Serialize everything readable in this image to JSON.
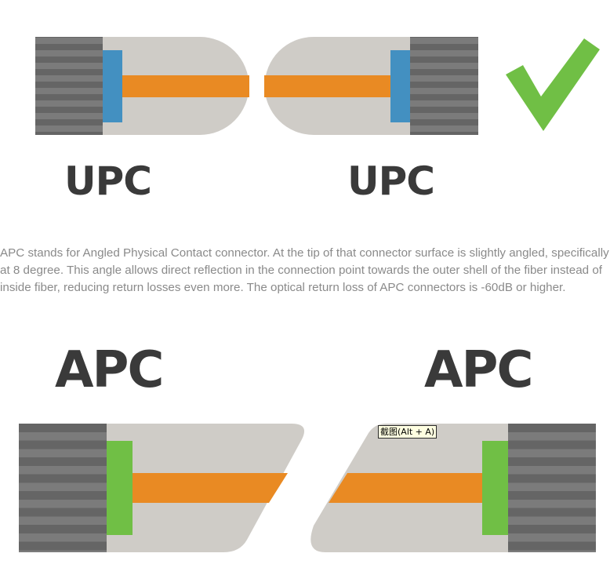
{
  "upc_section": {
    "left_label": "UPC",
    "right_label": "UPC",
    "status_icon": "checkmark-icon"
  },
  "description": {
    "text": "APC stands for Angled Physical Contact connector. At the tip of that connector surface is slightly angled, specifically at 8 degree. This angle allows direct reflection in the connection point towards the outer shell of the fiber instead of inside fiber, reducing return losses even more. The optical return loss of APC connectors is -60dB or higher."
  },
  "apc_section": {
    "left_label": "APC",
    "right_label": "APC"
  },
  "tooltip": {
    "text": "截图(Alt + A)"
  },
  "colors": {
    "ferrule_body": "#cfccc7",
    "fiber_core": "#e98a23",
    "upc_collar": "#4390c1",
    "apc_collar": "#70bf45",
    "housing_dark": "#656565",
    "housing_light": "#7b7b7b",
    "checkmark": "#70bf45",
    "label_text": "#3a3a3a",
    "body_text": "#8a8a8a"
  }
}
